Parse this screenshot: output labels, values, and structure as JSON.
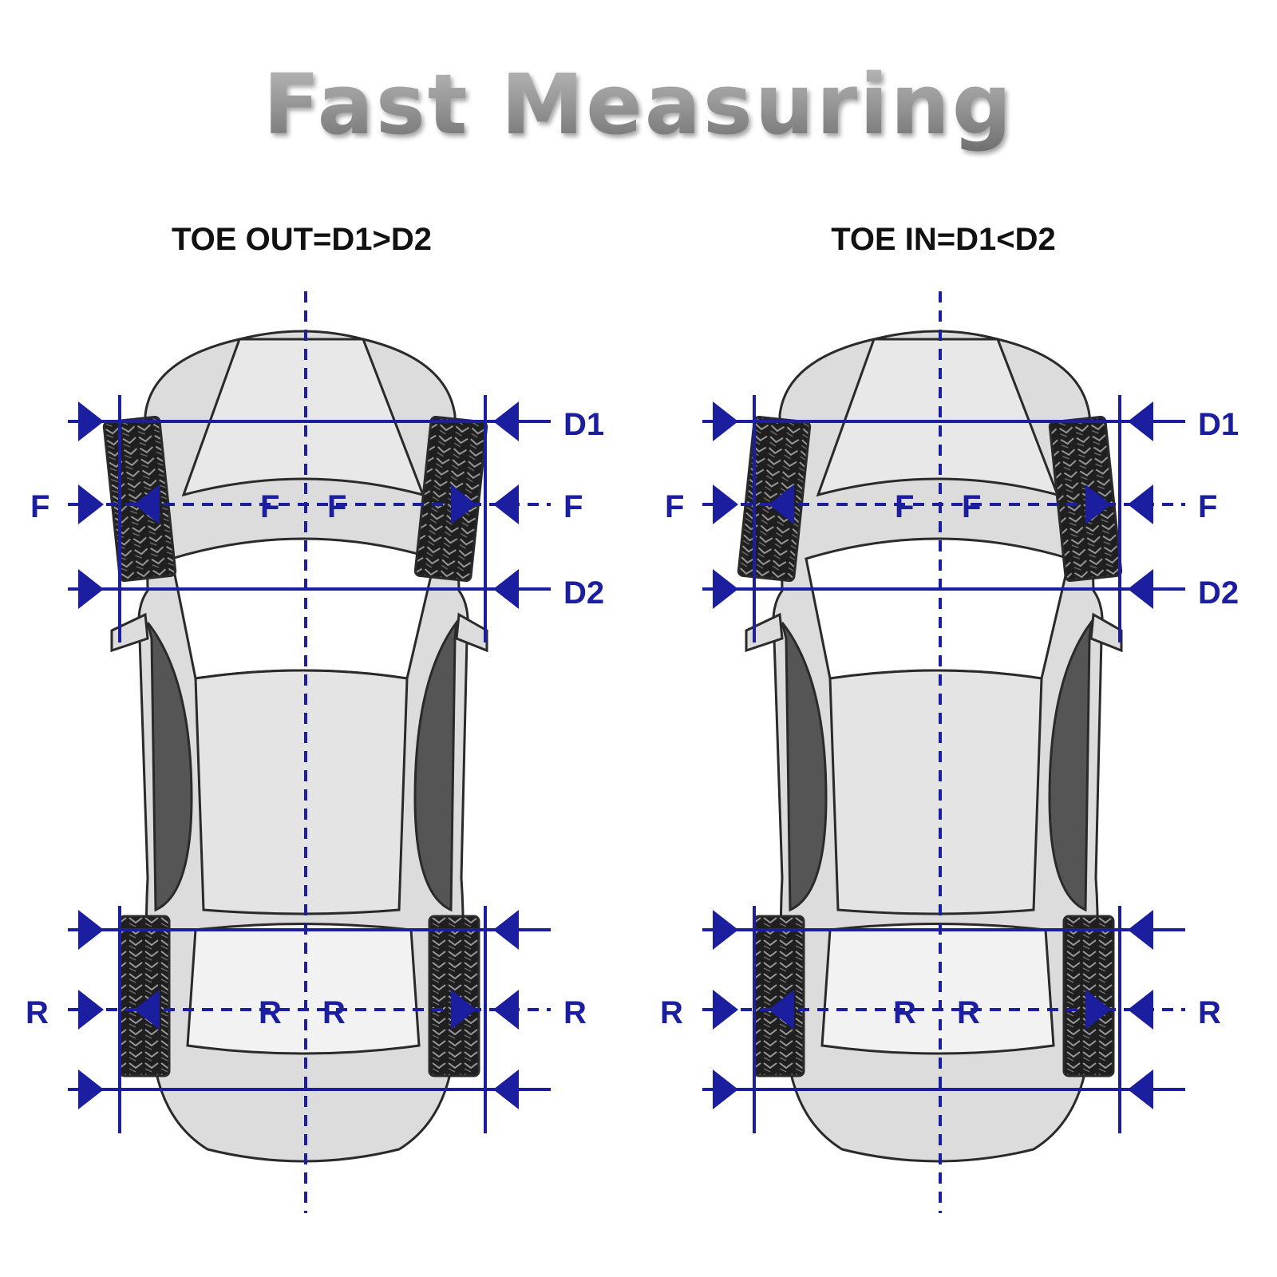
{
  "title": "Fast Measuring",
  "colors": {
    "title_gray": "#8d8d8d",
    "measure_blue": "#1c1ea0",
    "car_body": "#dcdcdc",
    "tire": "#1f1f1f"
  },
  "panels": [
    {
      "title": "TOE OUT=D1>D2",
      "labels": {
        "d1": "D1",
        "d2": "D2",
        "front": "F",
        "rear": "R"
      },
      "front_toe": "out"
    },
    {
      "title": "TOE IN=D1<D2",
      "labels": {
        "d1": "D1",
        "d2": "D2",
        "front": "F",
        "rear": "R"
      },
      "front_toe": "in"
    }
  ]
}
